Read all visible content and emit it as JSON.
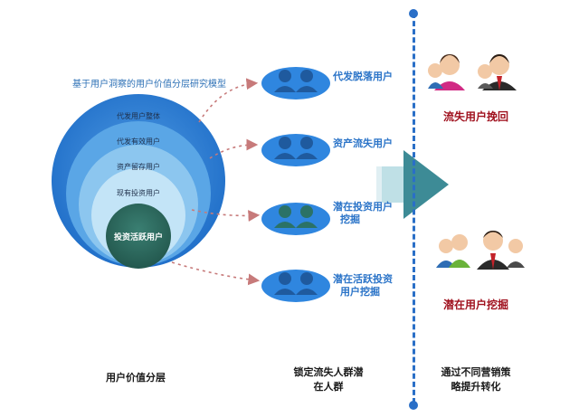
{
  "model": {
    "title": "基于用户洞察的用户价值分层研究模型",
    "layers": [
      "代发用户整体",
      "代发有效用户",
      "资产留存用户",
      "现有投资用户"
    ],
    "core": "投资活跃用户",
    "colors": {
      "outer": "#2e7fd6",
      "layer2": "#5aa6e6",
      "layer3": "#8cc6ef",
      "layer4": "#c3e4f7",
      "core": "#2e6a5e"
    }
  },
  "groups": [
    {
      "label_lines": [
        "代发脱落用户"
      ],
      "people_color": "#1f5a9e"
    },
    {
      "label_lines": [
        "资产流失用户"
      ],
      "people_color": "#1f5a9e"
    },
    {
      "label_lines": [
        "潜在投资用户",
        "挖掘"
      ],
      "people_color": "#2b7266"
    },
    {
      "label_lines": [
        "潜在活跃投资",
        "用户挖掘"
      ],
      "people_color": "#1f5a9e"
    }
  ],
  "targets": [
    {
      "label": "流失用户挽回",
      "icon": "people-pair-icon"
    },
    {
      "label": "潜在用户挖掘",
      "icon": "people-group-icon"
    }
  ],
  "columns": [
    {
      "lines": [
        "用户价值分层"
      ]
    },
    {
      "lines": [
        "锁定流失人群潜",
        "在人群"
      ]
    },
    {
      "lines": [
        "通过不同营销策",
        "略提升转化"
      ]
    }
  ],
  "colors": {
    "accent_blue": "#2b74c8",
    "accent_red": "#a0121f",
    "arrow": "#3d8b96",
    "dashed": "#c77a7a"
  }
}
